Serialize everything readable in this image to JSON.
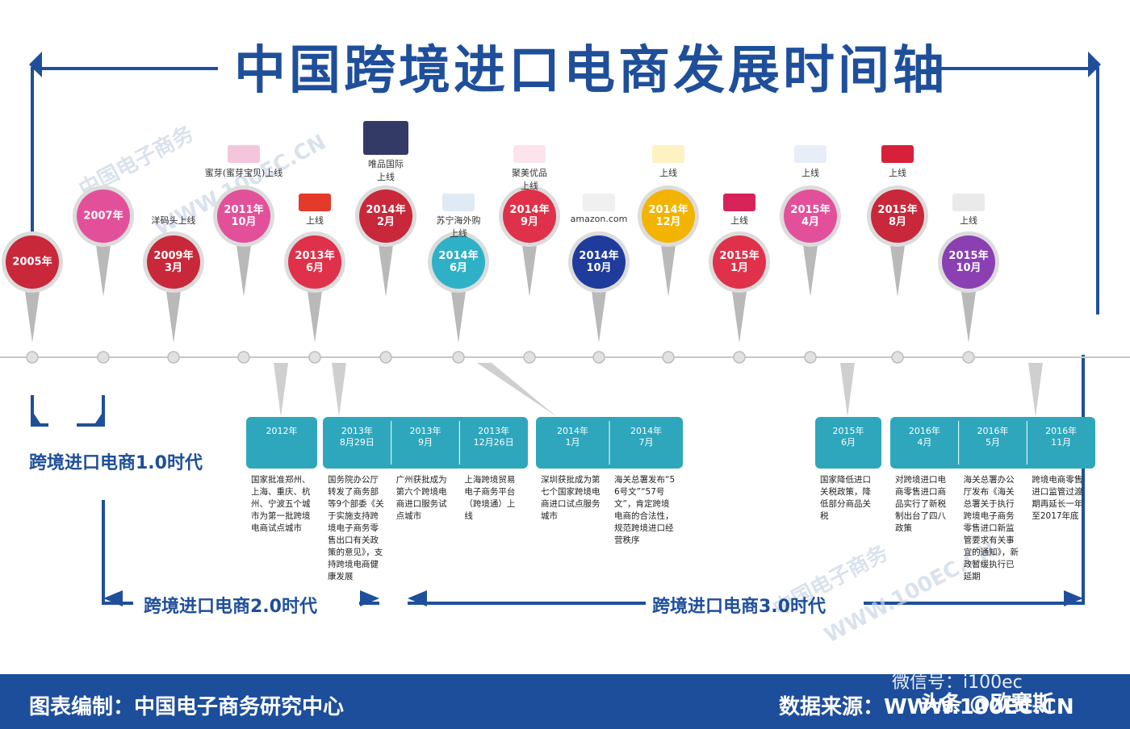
{
  "title": "中国跨境进口电商发展时间轴",
  "watermark": {
    "cn": "中国电子商务",
    "url": "WWW.100EC.CN"
  },
  "colors": {
    "brand": "#1f4f9a",
    "teal": "#2ea7bd",
    "red": "#c8283a",
    "pink": "#e3509a",
    "rose": "#e0314a",
    "yellow": "#f2b400",
    "blue": "#1f3c9c",
    "cyan": "#2eb1c6",
    "purple": "#8a3fb3"
  },
  "milestones": [
    {
      "label": "2005年",
      "color_key": "red",
      "logo": null,
      "caption": ""
    },
    {
      "label": "2007年",
      "color_key": "pink",
      "logo": null,
      "caption": ""
    },
    {
      "label": "2009年\n3月",
      "color_key": "red",
      "logo": null,
      "caption": "洋码头上线"
    },
    {
      "label": "2011年\n10月",
      "color_key": "pink",
      "logo": "mia-logo",
      "caption": "蜜芽(蜜芽宝贝)上线"
    },
    {
      "label": "2013年\n6月",
      "color_key": "rose",
      "logo": "red-logo",
      "caption": "上线"
    },
    {
      "label": "2014年\n2月",
      "color_key": "red",
      "logo": "vip-logo",
      "caption": "唯品国际\n上线"
    },
    {
      "label": "2014年\n6月",
      "color_key": "cyan",
      "logo": "suning-logo",
      "caption": "苏宁海外购\n上线"
    },
    {
      "label": "2014年\n9月",
      "color_key": "rose",
      "logo": "jumei-logo",
      "caption": "聚美优品\n上线"
    },
    {
      "label": "2014年\n10月",
      "color_key": "blue",
      "logo": "amazon-logo",
      "caption": "amazon.com"
    },
    {
      "label": "2014年\n12月",
      "color_key": "yellow",
      "logo": "yyt-logo",
      "caption": "上线"
    },
    {
      "label": "2015年\n1月",
      "color_key": "rose",
      "logo": "pink-logo",
      "caption": "上线"
    },
    {
      "label": "2015年\n4月",
      "color_key": "pink",
      "logo": "logo-4",
      "caption": "上线"
    },
    {
      "label": "2015年\n8月",
      "color_key": "red",
      "logo": "logo-8",
      "caption": "上线"
    },
    {
      "label": "2015年\n10月",
      "color_key": "purple",
      "logo": "logo-10",
      "caption": "上线"
    }
  ],
  "events": [
    {
      "date": "2012年",
      "desc": "国家批准郑州、上海、重庆、杭州、宁波五个城市为第一批跨境电商试点城市"
    },
    {
      "date": "2013年\n8月29日",
      "desc": "国务院办公厅转发了商务部等9个部委《关于实施支持跨境电子商务零售出口有关政策的意见》，支持跨境电商健康发展"
    },
    {
      "date": "2013年\n9月",
      "desc": "广州获批成为第六个跨境电商进口服务试点城市"
    },
    {
      "date": "2013年\n12月26日",
      "desc": "上海跨境贸易电子商务平台（跨境通）上线"
    },
    {
      "date": "2014年\n1月",
      "desc": "深圳获批成为第七个国家跨境电商进口试点服务城市"
    },
    {
      "date": "2014年\n7月",
      "desc": "海关总署发布“56号文”“57号文”，肯定跨境电商的合法性，规范跨境进口经营秩序"
    },
    {
      "date": "2015年\n6月",
      "desc": "国家降低进口关税政策，降低部分商品关税"
    },
    {
      "date": "2016年\n4月",
      "desc": "对跨境进口电商零售进口商品实行了新税制出台了四八政策"
    },
    {
      "date": "2016年\n5月",
      "desc": "海关总署办公厅发布《海关总署关于执行跨境电子商务零售进口新监管要求有关事宜的通知》，新政暂缓执行已延期"
    },
    {
      "date": "2016年\n11月",
      "desc": "跨境电商零售进口监管过渡期再延长一年至2017年底"
    }
  ],
  "eras": [
    "跨境进口电商1.0时代",
    "跨境进口电商2.0时代",
    "跨境进口电商3.0时代"
  ],
  "footer": {
    "compiler": "图表编制：中国电子商务研究中心",
    "source": "数据来源：WWW.100EC.CN",
    "wechat": "微信号：i100ec",
    "toutiao": "头条 @欧赛斯"
  }
}
